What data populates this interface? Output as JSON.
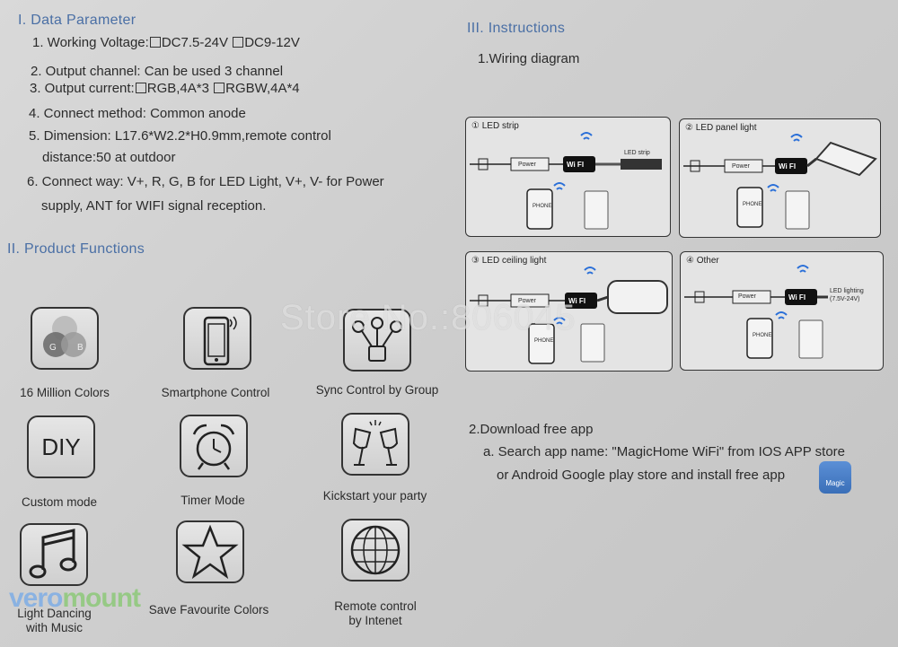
{
  "data_parameter": {
    "title": "I. Data Parameter",
    "items": [
      {
        "prefix": "1. Working Voltage:",
        "opt1": "DC7.5-24V",
        "opt2": "DC9-12V"
      },
      {
        "text": "2. Output channel: Can be used 3 channel"
      },
      {
        "prefix": "3. Output current:",
        "opt1": "RGB,4A*3",
        "opt2": "RGBW,4A*4"
      },
      {
        "text": "4. Connect method: Common anode"
      },
      {
        "text": "5. Dimension: L17.6*W2.2*H0.9mm,remote  control",
        "cont": "distance:50 at outdoor"
      },
      {
        "text": "6. Connect way: V+, R, G, B for LED Light, V+,      V- for Power",
        "cont": "supply, ANT for WIFI signal reception."
      }
    ]
  },
  "product_functions": {
    "title": "II. Product Functions",
    "items": [
      {
        "label": "16 Million Colors",
        "icon": "rgb-circles-icon"
      },
      {
        "label": "Smartphone Control",
        "icon": "smartphone-icon"
      },
      {
        "label": "Sync Control by Group",
        "icon": "group-sync-icon"
      },
      {
        "label": "Custom mode",
        "icon": "diy-icon",
        "icon_text": "DIY"
      },
      {
        "label": "Timer Mode",
        "icon": "alarm-clock-icon"
      },
      {
        "label": "Kickstart your party",
        "icon": "cheers-glasses-icon"
      },
      {
        "label": "Light Dancing",
        "label2": "with Music",
        "icon": "music-note-icon"
      },
      {
        "label": "Save Favourite Colors",
        "icon": "star-icon"
      },
      {
        "label": "Remote control",
        "label2": "by Intenet",
        "icon": "globe-icon"
      }
    ]
  },
  "instructions": {
    "title": "III. Instructions",
    "wiring_title": "1.Wiring diagram",
    "diagrams": [
      {
        "title": "① LED strip",
        "load": "LED strip",
        "power": "Power",
        "wifi": "Wi FI",
        "phone": "PHONE"
      },
      {
        "title": "② LED panel light",
        "power": "Power",
        "wifi": "Wi FI",
        "phone": "PHONE"
      },
      {
        "title": "③ LED ceiling light",
        "power": "Power",
        "wifi": "Wi FI",
        "phone": "PHONE"
      },
      {
        "title": "④ Other",
        "load": "LED lighting",
        "load2": "(7.5V-24V)",
        "power": "Power",
        "wifi": "Wi FI",
        "phone": "PHONE"
      }
    ],
    "download_title": "2.Download free app",
    "download_line1": "a. Search app name: \"MagicHome WiFi\" from IOS APP store",
    "download_line2": "or Android Google play store and install free app",
    "app_icon_text": "Magic"
  },
  "watermark": "Store No.:806045",
  "logo": {
    "part1": "vero",
    "part2": "mount"
  }
}
